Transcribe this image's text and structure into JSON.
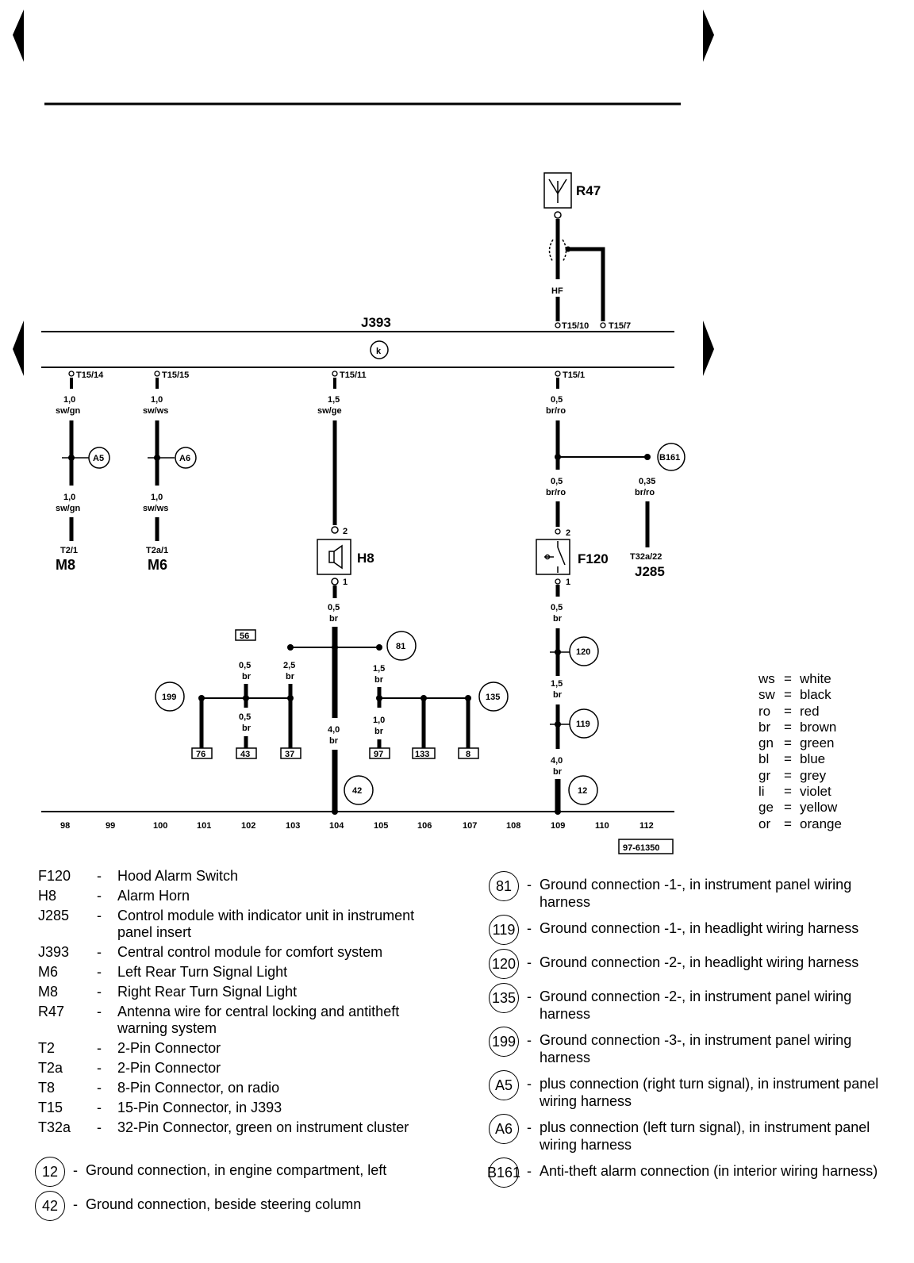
{
  "diagram": {
    "j393_label": "J393",
    "k_symbol": "k",
    "antenna_label": "R47",
    "hf_label": "HF",
    "diagram_id": "97-61350",
    "bus_pins": {
      "t15_14": "T15/14",
      "t15_15": "T15/15",
      "t15_11": "T15/11",
      "t15_1": "T15/1",
      "t15_10": "T15/10",
      "t15_7": "T15/7"
    },
    "wires": {
      "w98a_size": "1,0",
      "w98a_color": "sw/gn",
      "w98b_size": "1,0",
      "w98b_color": "sw/gn",
      "w100a_size": "1,0",
      "w100a_color": "sw/ws",
      "w100b_size": "1,0",
      "w100b_color": "sw/ws",
      "w104a_size": "1,5",
      "w104a_color": "sw/ge",
      "w104b_size": "0,5",
      "w104b_color": "br",
      "w104c_size": "4,0",
      "w104c_color": "br",
      "w109a_size": "0,5",
      "w109a_color": "br/ro",
      "w109b_size": "0,5",
      "w109b_color": "br/ro",
      "w109c_size": "0,5",
      "w109c_color": "br",
      "w109d_size": "1,5",
      "w109d_color": "br",
      "w109e_size": "4,0",
      "w109e_color": "br",
      "w112_size": "0,35",
      "w112_color": "br/ro",
      "w102a_size": "0,5",
      "w102a_color": "br",
      "w102b_size": "0,5",
      "w102b_color": "br",
      "w103_size": "2,5",
      "w103_color": "br",
      "w105a_size": "1,5",
      "w105a_color": "br",
      "w105b_size": "1,0",
      "w105b_color": "br"
    },
    "components": {
      "m8_pin": "T2/1",
      "m8_name": "M8",
      "m6_pin": "T2a/1",
      "m6_name": "M6",
      "h8_name": "H8",
      "h8_pin_top": "2",
      "h8_pin_bottom": "1",
      "f120_name": "F120",
      "f120_pin_top": "2",
      "f120_pin_bottom": "1",
      "j285_pin": "T32a/22",
      "j285_name": "J285"
    },
    "connections": {
      "a5": "A5",
      "a6": "A6",
      "b161": "B161",
      "c81": "81",
      "c199": "199",
      "c135": "135",
      "c42": "42",
      "c120": "120",
      "c119": "119",
      "c12": "12"
    },
    "terminals": {
      "t56": "56",
      "t76": "76",
      "t43": "43",
      "t37": "37",
      "t97": "97",
      "t133": "133",
      "t8": "8"
    },
    "columns": [
      "98",
      "99",
      "100",
      "101",
      "102",
      "103",
      "104",
      "105",
      "106",
      "107",
      "108",
      "109",
      "110",
      "112"
    ]
  },
  "color_codes": [
    {
      "code": "ws",
      "name": "white"
    },
    {
      "code": "sw",
      "name": "black"
    },
    {
      "code": "ro",
      "name": "red"
    },
    {
      "code": "br",
      "name": "brown"
    },
    {
      "code": "gn",
      "name": "green"
    },
    {
      "code": "bl",
      "name": "blue"
    },
    {
      "code": "gr",
      "name": "grey"
    },
    {
      "code": "li",
      "name": "violet"
    },
    {
      "code": "ge",
      "name": "yellow"
    },
    {
      "code": "or",
      "name": "orange"
    }
  ],
  "legend": [
    {
      "code": "F120",
      "text": "Hood Alarm Switch"
    },
    {
      "code": "H8",
      "text": "Alarm Horn"
    },
    {
      "code": "J285",
      "text": "Control module with indicator unit in instrument panel insert"
    },
    {
      "code": "J393",
      "text": "Central control module for comfort system"
    },
    {
      "code": "M6",
      "text": "Left Rear Turn Signal Light"
    },
    {
      "code": "M8",
      "text": "Right Rear Turn Signal Light"
    },
    {
      "code": "R47",
      "text": "Antenna wire for central locking and antitheft warning system"
    },
    {
      "code": "T2",
      "text": "2-Pin Connector"
    },
    {
      "code": "T2a",
      "text": "2-Pin Connector"
    },
    {
      "code": "T8",
      "text": "8-Pin Connector, on radio"
    },
    {
      "code": "T15",
      "text": "15-Pin Connector, in J393"
    },
    {
      "code": "T32a",
      "text": "32-Pin Connector, green on instrument cluster"
    }
  ],
  "ground_legend_left": [
    {
      "code": "12",
      "text": "Ground connection, in engine compartment, left"
    },
    {
      "code": "42",
      "text": "Ground connection, beside steering column"
    }
  ],
  "ground_legend_right": [
    {
      "code": "81",
      "text": "Ground connection -1-, in instrument panel wiring harness"
    },
    {
      "code": "119",
      "text": "Ground connection -1-, in headlight wiring harness"
    },
    {
      "code": "120",
      "text": "Ground connection -2-, in headlight wiring harness"
    },
    {
      "code": "135",
      "text": "Ground connection -2-, in instrument panel wiring harness"
    },
    {
      "code": "199",
      "text": "Ground connection -3-, in instrument panel wiring harness"
    },
    {
      "code": "A5",
      "text": "plus connection (right turn signal), in instrument panel wiring harness"
    },
    {
      "code": "A6",
      "text": "plus connection (left turn signal), in instrument panel wiring harness"
    },
    {
      "code": "B161",
      "text": "Anti-theft alarm connection (in interior wiring harness)"
    }
  ]
}
